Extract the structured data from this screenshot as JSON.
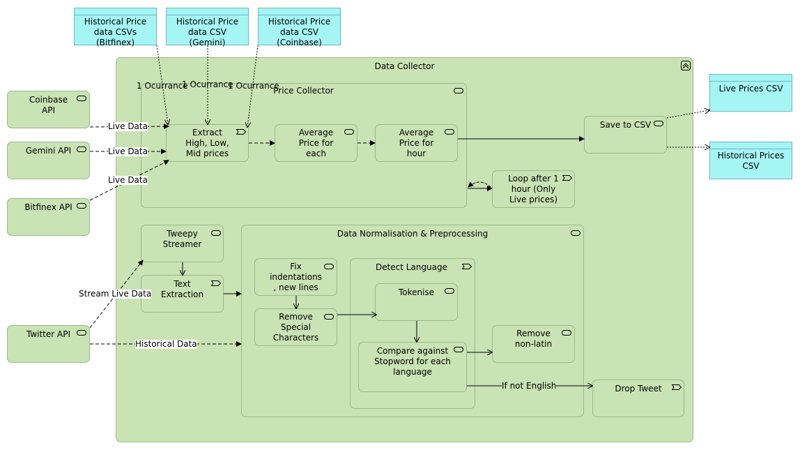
{
  "colors": {
    "element_fill": "#c9e3b4",
    "element_border": "#9ab98a",
    "object_fill": "#a6f5f5",
    "object_border": "#6ab7c4"
  },
  "containers": {
    "data_collector": "Data Collector",
    "price_collector": "Price Collector",
    "normalisation": "Data Normalisation & Preprocessing",
    "detect_language": "Detect Language"
  },
  "data_objects": {
    "csv_bitfinex": "Historical Price\ndata CSVs\n(Bitfinex)",
    "csv_gemini": "Historical Price\ndata CSV\n(Gemini)",
    "csv_coinbase": "Historical Price\ndata CSV\n(Coinbase)",
    "live_prices_csv": "Live Prices CSV",
    "historical_prices_csv": "Historical Prices\nCSV"
  },
  "sources": {
    "coinbase_api": "Coinbase\nAPI",
    "gemini_api": "Gemini API",
    "bitfinex_api": "Bitfinex API",
    "twitter_api": "Twitter API"
  },
  "processes": {
    "extract": "Extract\nHigh, Low,\nMid prices",
    "avg_each": "Average\nPrice for\neach",
    "avg_hour": "Average\nPrice for\nhour",
    "save_csv": "Save to CSV",
    "loop": "Loop after 1\nhour (Only\nLive prices)",
    "tweepy": "Tweepy\nStreamer",
    "text_extraction": "Text\nExtraction",
    "fix_indent": "Fix\nindentations\n, new lines",
    "remove_special": "Remove\nSpecial\nCharacters",
    "tokenise": "Tokenise",
    "compare_stopword": "Compare against\nStopword for each\nlanguage",
    "remove_nonlatin": "Remove\nnon-latin",
    "drop_tweet": "Drop Tweet"
  },
  "edge_labels": {
    "occurrence_1": "1 Ocurrance",
    "occurrence_2": "1 Ocurrance",
    "occurrence_3": "1 Ocurrance",
    "live_data_1": "Live Data",
    "live_data_2": "Live Data",
    "live_data_3": "Live Data",
    "stream_live": "Stream Live Data",
    "historical": "Historical Data",
    "if_not_english": "If not English"
  }
}
